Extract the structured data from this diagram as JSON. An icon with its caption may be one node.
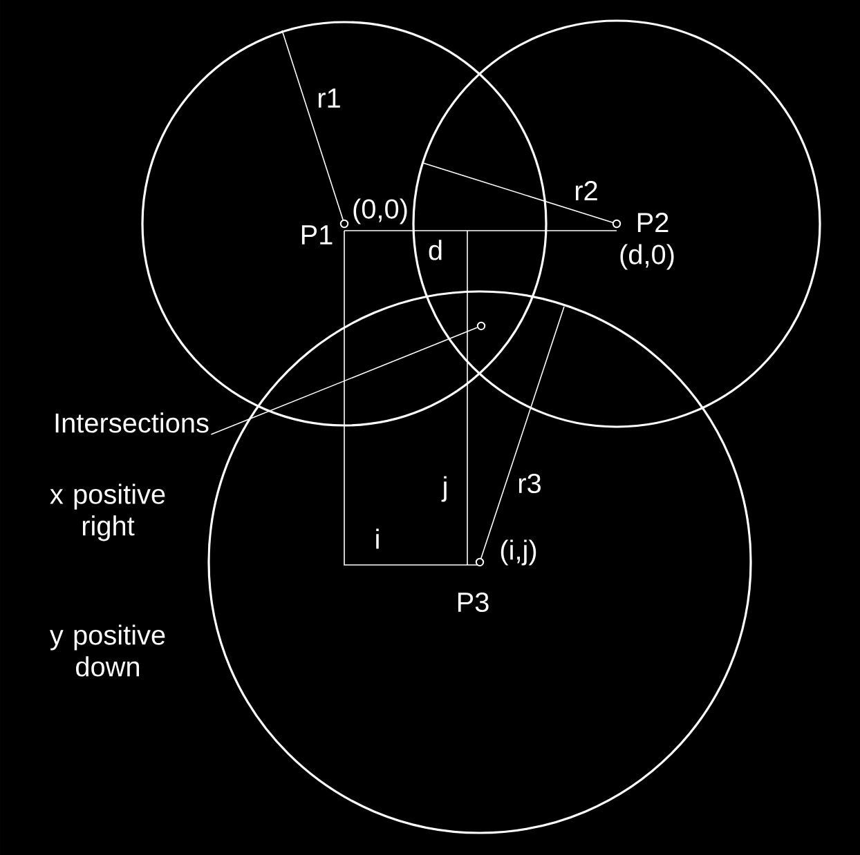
{
  "diagram": {
    "nodes": [
      {
        "text": [
          "Intersections"
        ]
      },
      {
        "text": [],
        "shape": "circle"
      }
    ],
    "edges": [
      {
        "from": 0,
        "to": 1,
        "arrow": "none"
      }
    ],
    "labels": [
      "r1",
      "(0,0)",
      "P1",
      "r2",
      "P2",
      "d",
      "(d,0)",
      "j",
      "r3",
      "x positive right",
      "i",
      "(i,j)",
      "P3",
      "y positive down"
    ]
  }
}
